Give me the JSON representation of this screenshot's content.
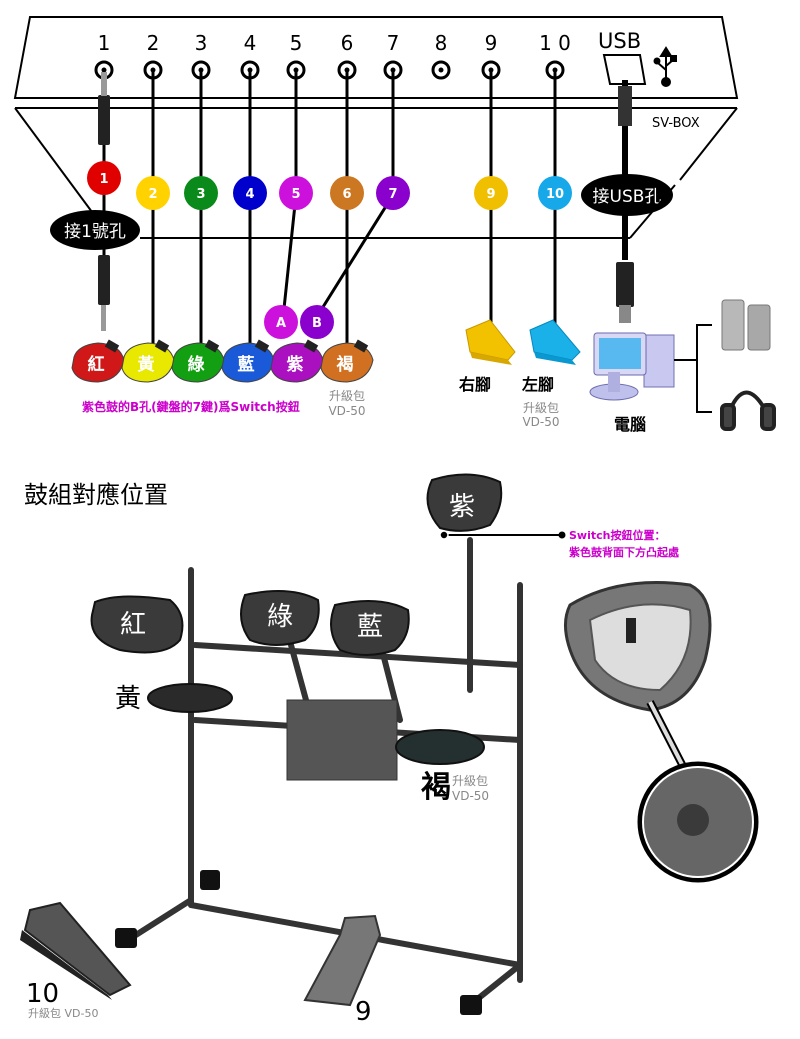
{
  "sv_box": {
    "label": "SV-BOX",
    "ports": [
      "1",
      "2",
      "3",
      "4",
      "5",
      "6",
      "7",
      "8",
      "9",
      "1 0"
    ],
    "usb_label": "USB"
  },
  "connectors": {
    "jack_label": "接1號孔",
    "usb_label": "接USB孔"
  },
  "channels": [
    {
      "num": "1",
      "color": "#e00000"
    },
    {
      "num": "2",
      "color": "#ffd200"
    },
    {
      "num": "3",
      "color": "#0a8a1a"
    },
    {
      "num": "4",
      "color": "#0000cc"
    },
    {
      "num": "5",
      "color": "#cc11dd"
    },
    {
      "num": "6",
      "color": "#cc7722"
    },
    {
      "num": "7",
      "color": "#8a00cc"
    },
    {
      "num": "9",
      "color": "#f0c000"
    },
    {
      "num": "10",
      "color": "#16a8e8"
    }
  ],
  "ab_nodes": [
    {
      "label": "A",
      "color": "#cc11dd"
    },
    {
      "label": "B",
      "color": "#8a00cc"
    }
  ],
  "pads": [
    {
      "name": "紅",
      "color": "#d01818"
    },
    {
      "name": "黃",
      "color": "#e8e800"
    },
    {
      "name": "綠",
      "color": "#12a012"
    },
    {
      "name": "藍",
      "color": "#1a5ad8"
    },
    {
      "name": "紫",
      "color": "#aa10c0"
    },
    {
      "name": "褐",
      "color": "#d07020"
    }
  ],
  "switch_note": "紫色鼓的B孔(鍵盤的7鍵)爲Switch按鈕",
  "upgrade_label": "升級包",
  "upgrade_model": "VD-50",
  "pedals": {
    "right": "右腳",
    "left": "左腳",
    "right_color": "#f2c200",
    "left_color": "#1ab0e8"
  },
  "computer_label": "電腦",
  "section_title": "鼓組對應位置",
  "kit": {
    "pads": [
      "紅",
      "綠",
      "藍",
      "黃",
      "紫",
      "褐"
    ],
    "switch_callout_line1": "Switch按鈕位置：",
    "switch_callout_line2": "紫色鼓背面下方凸起處",
    "pedal_left_num": "10",
    "pedal_right_num": "9",
    "pedal_left_upgrade": "升級包 VD-50"
  },
  "accent_magenta": "#cc00cc"
}
